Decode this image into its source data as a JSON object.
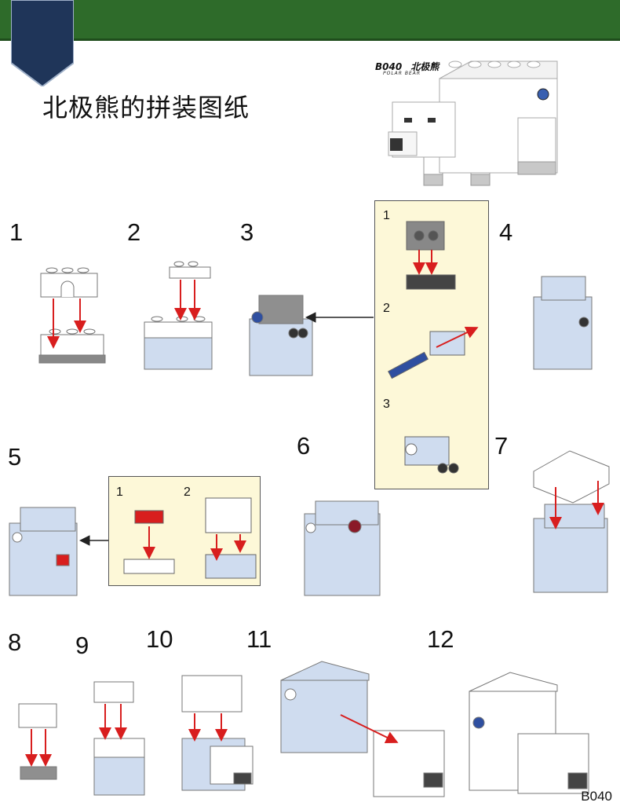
{
  "header": {
    "title": "北极熊的拼装图纸",
    "product_code": "B040",
    "product_name_cn": "北极熊",
    "product_name_en": "POLAR BEAR"
  },
  "steps": [
    "1",
    "2",
    "3",
    "4",
    "5",
    "6",
    "7",
    "8",
    "9",
    "10",
    "11",
    "12"
  ],
  "inset_a": {
    "sub_steps": [
      "1",
      "2",
      "3"
    ]
  },
  "inset_b": {
    "sub_steps": [
      "1",
      "2"
    ]
  },
  "footer": {
    "model_code": "B040"
  },
  "colors": {
    "header_green": "#2e6b2a",
    "badge_navy": "#1f3559",
    "panel_cream": "#fdf8d8",
    "arrow_red": "#d81e1e",
    "brick_light_blue": "#cfdcef"
  }
}
